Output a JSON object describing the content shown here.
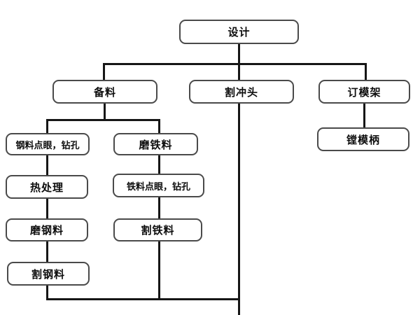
{
  "diagram": {
    "type": "flowchart",
    "background_color": "#ffffff",
    "connector_color": "#161616",
    "box_border_color": "#4a4a4a",
    "box_fill_color": "#ffffff",
    "text_color": "#0d0d0d"
  },
  "nodes": {
    "design": {
      "label": "设计"
    },
    "prepare_material": {
      "label": "备料"
    },
    "cut_punch": {
      "label": "割冲头"
    },
    "order_mold_frame": {
      "label": "订模架"
    },
    "bore_mold_handle": {
      "label": "镗模柄"
    },
    "steel_mark_drill": {
      "label": "钢料点眼，钻孔"
    },
    "heat_treatment": {
      "label": "热处理"
    },
    "grind_steel": {
      "label": "磨钢料"
    },
    "cut_steel": {
      "label": "割钢料"
    },
    "grind_iron": {
      "label": "磨铁料"
    },
    "iron_mark_drill": {
      "label": "铁料点眼，钻孔"
    },
    "cut_iron": {
      "label": "割铁料"
    }
  },
  "edges": [
    {
      "from": "design",
      "to": "prepare_material"
    },
    {
      "from": "design",
      "to": "cut_punch"
    },
    {
      "from": "design",
      "to": "order_mold_frame"
    },
    {
      "from": "prepare_material",
      "to": "steel_mark_drill"
    },
    {
      "from": "prepare_material",
      "to": "grind_iron"
    },
    {
      "from": "steel_mark_drill",
      "to": "heat_treatment"
    },
    {
      "from": "heat_treatment",
      "to": "grind_steel"
    },
    {
      "from": "grind_steel",
      "to": "cut_steel"
    },
    {
      "from": "grind_iron",
      "to": "iron_mark_drill"
    },
    {
      "from": "iron_mark_drill",
      "to": "cut_iron"
    },
    {
      "from": "order_mold_frame",
      "to": "bore_mold_handle"
    },
    {
      "from": "cut_steel",
      "to": "merge-junction-bottom"
    },
    {
      "from": "cut_iron",
      "to": "merge-junction-bottom"
    },
    {
      "from": "cut_punch",
      "to": "merge-junction-bottom"
    }
  ]
}
